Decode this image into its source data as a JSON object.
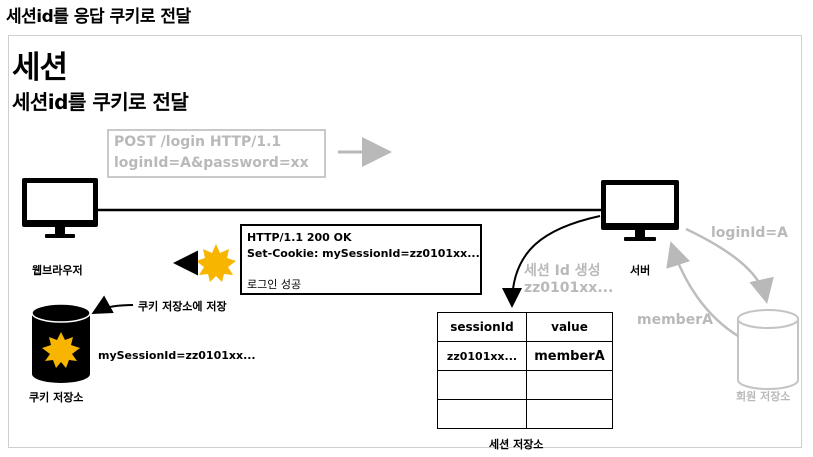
{
  "page_heading": "세션id를 응답 쿠키로 전달",
  "slide": {
    "title": "세션",
    "subtitle": "세션id를 쿠키로 전달"
  },
  "request": {
    "line1": "POST /login HTTP/1.1",
    "line2": "loginId=A&password=xx"
  },
  "response": {
    "line1": "HTTP/1.1 200 OK",
    "line2": "Set-Cookie: mySessionId=zz0101xx...",
    "line3": "로그인 성공"
  },
  "browser": {
    "label": "웹브라우저",
    "cookie_store_label": "쿠키 저장소",
    "cookie_save_label": "쿠키 저장소에 저장",
    "cookie_value": "mySessionId=zz0101xx..."
  },
  "server": {
    "label": "서버",
    "session_create_line1": "세션 Id 생성",
    "session_create_line2": "zz0101xx...",
    "login_id": "loginId=A",
    "member": "memberA",
    "member_store_label": "회원 저장소"
  },
  "session_store": {
    "label": "세션 저장소",
    "headers": [
      "sessionId",
      "value"
    ],
    "rows": [
      [
        "zz0101xx...",
        "memberA"
      ],
      [
        "",
        ""
      ],
      [
        "",
        ""
      ]
    ]
  },
  "colors": {
    "accent_yellow": "#f7b500",
    "faded_gray": "#b9b9b9"
  }
}
